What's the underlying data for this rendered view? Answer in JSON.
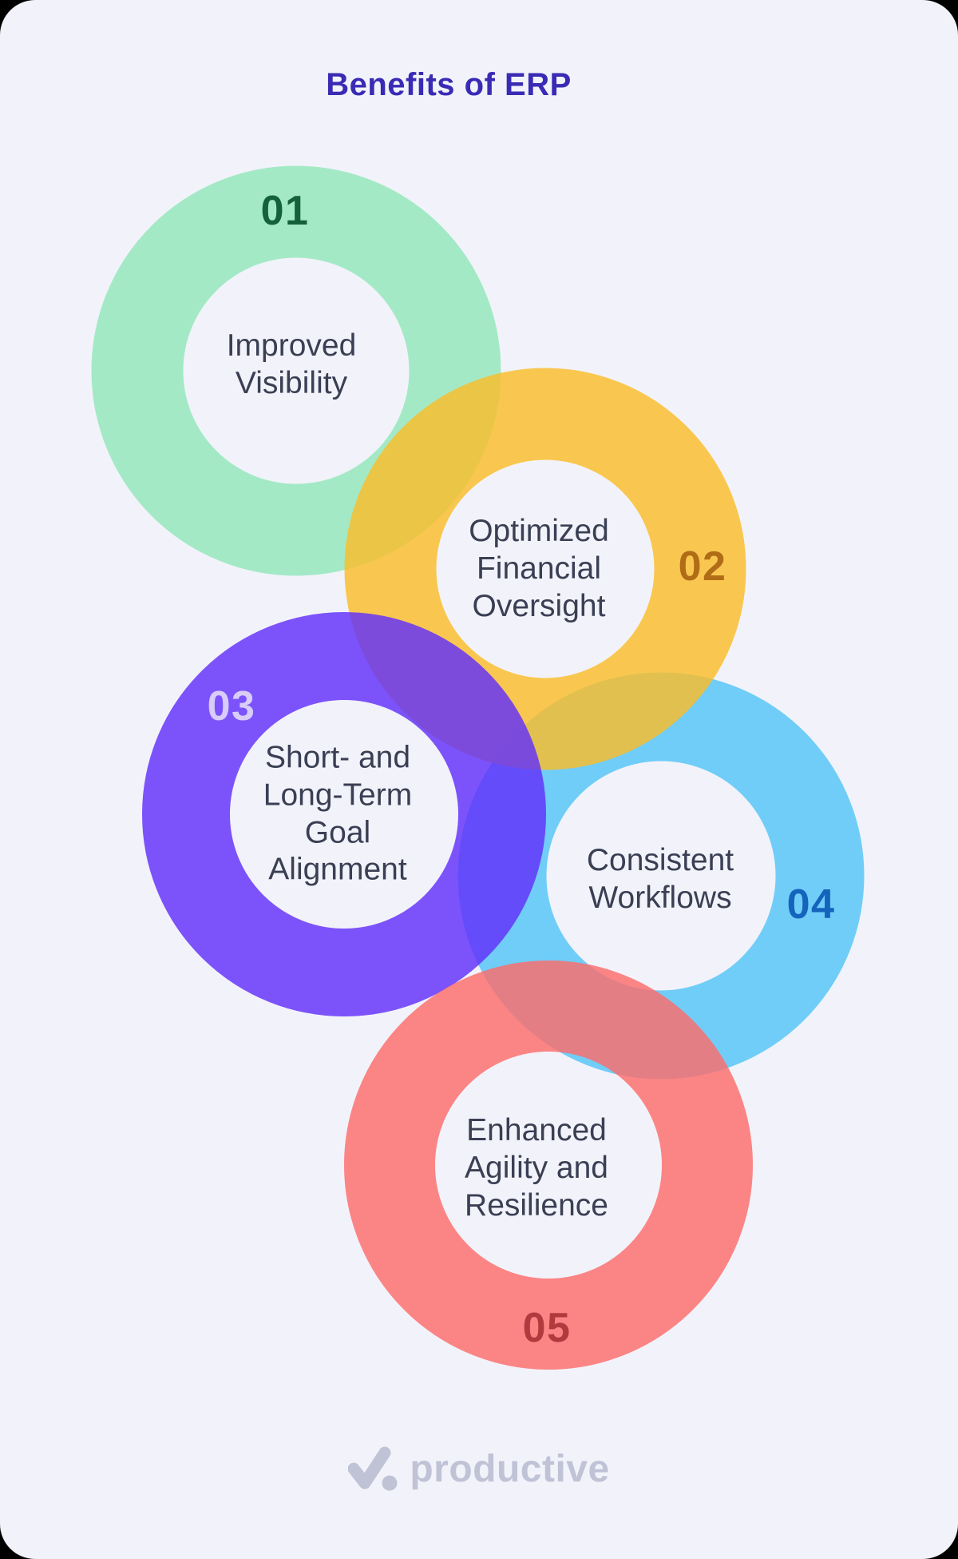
{
  "page": {
    "title": "Benefits of ERP",
    "title_color": "#3A2BB5",
    "background": "#F2F3FA",
    "label_color": "#3A3F54",
    "ring_opacity": "0.82"
  },
  "items": [
    {
      "number": "01",
      "label": "Improved\nVisibility",
      "ring_color": "#92E6BB",
      "number_color": "#15613B"
    },
    {
      "number": "02",
      "label": "Optimized\nFinancial\nOversight",
      "ring_color": "#FABD29",
      "number_color": "#B06C16"
    },
    {
      "number": "03",
      "label": "Short- and\nLong-Term\nGoal\nAlignment",
      "ring_color": "#612FFA",
      "number_color": "#D8CCF9"
    },
    {
      "number": "04",
      "label": "Consistent\nWorkflows",
      "ring_color": "#53C5F8",
      "number_color": "#1463BC"
    },
    {
      "number": "05",
      "label": "Enhanced\nAgility and\nResilience",
      "ring_color": "#FC6D6B",
      "number_color": "#B03A3E"
    }
  ],
  "footer": {
    "brand": "productive",
    "color": "#C0C3D6"
  }
}
